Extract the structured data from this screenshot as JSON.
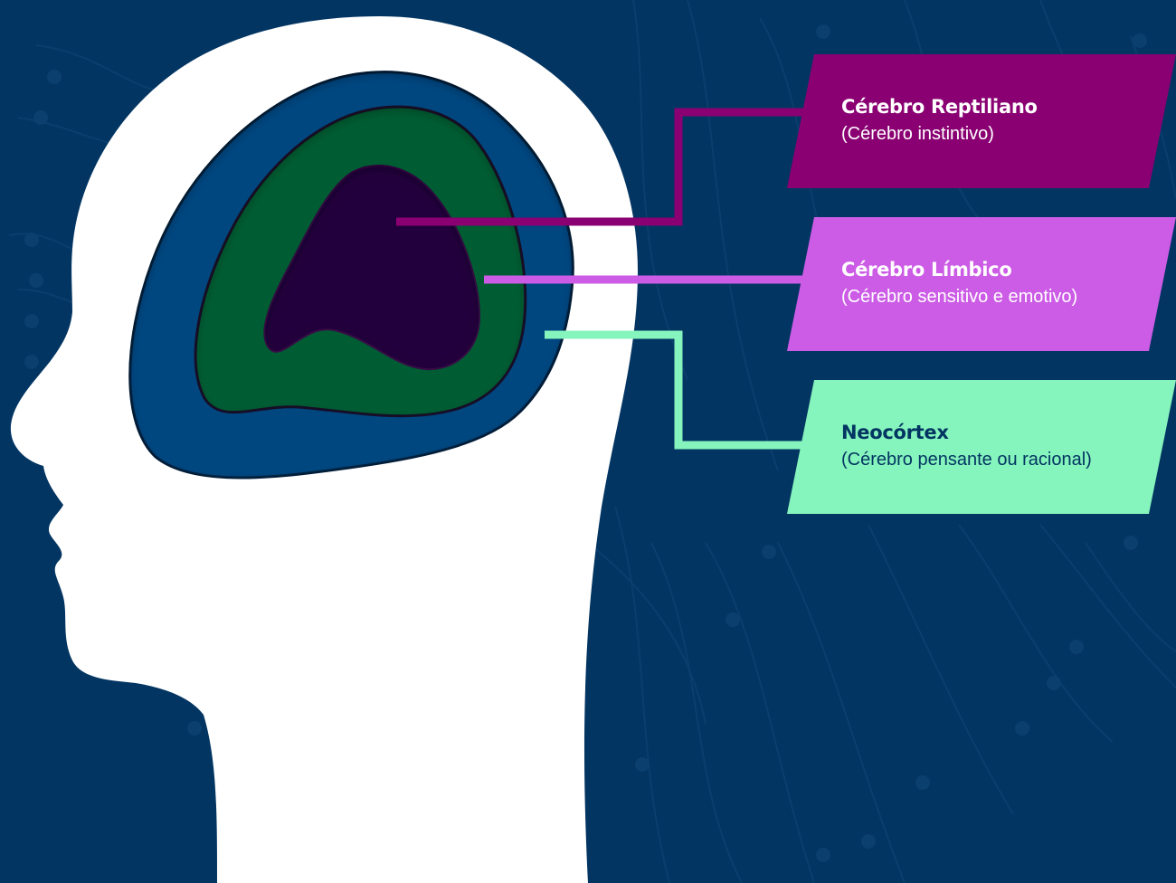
{
  "colors": {
    "background": "#033562",
    "head": "#ffffff",
    "neocortex_layer": "#004780",
    "limbic_layer": "#055c32",
    "reptilian_layer": "#22003c",
    "reptilian_accent": "#8a0072",
    "limbic_accent": "#cc5be6",
    "neocortex_accent": "#86f4bd"
  },
  "labels": {
    "reptiliano": {
      "title": "Cérebro Reptiliano",
      "subtitle": "(Cérebro instintivo)"
    },
    "limbico": {
      "title": "Cérebro Límbico",
      "subtitle": "(Cérebro sensitivo e emotivo)"
    },
    "neocortex": {
      "title": "Neocórtex",
      "subtitle": "(Cérebro pensante ou racional)"
    }
  }
}
